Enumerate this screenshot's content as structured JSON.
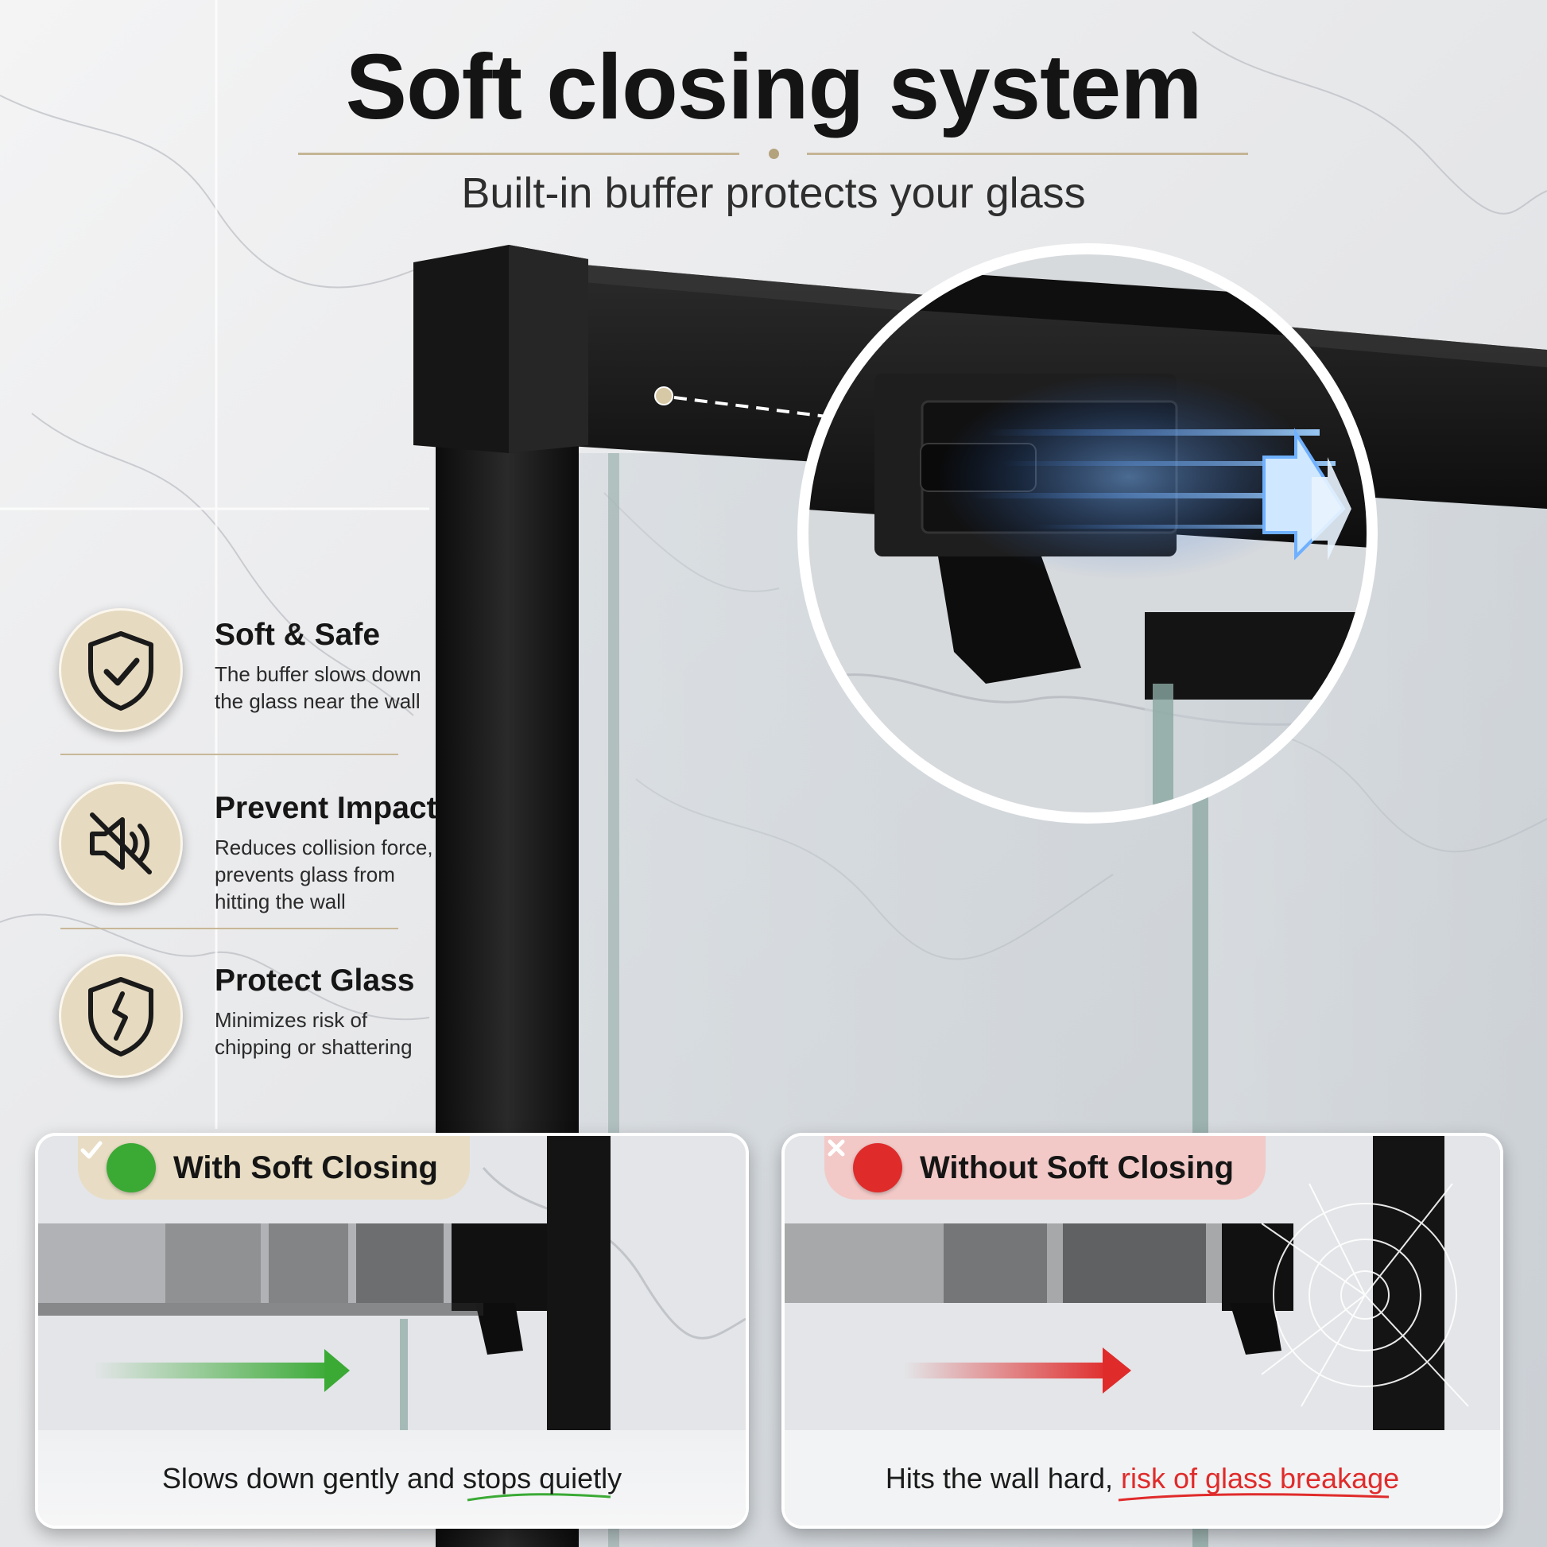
{
  "header": {
    "title": "Soft closing system",
    "subtitle": "Built-in buffer protects your glass"
  },
  "features": [
    {
      "icon": "shield-check-icon",
      "title": "Soft & Safe",
      "desc_lines": [
        "The buffer slows down",
        "the glass near the wall"
      ]
    },
    {
      "icon": "muted-speaker-icon",
      "title": "Prevent Impact",
      "desc_lines": [
        "Reduces collision force,",
        "prevents glass from",
        "hitting the wall"
      ]
    },
    {
      "icon": "shield-crack-icon",
      "title": "Protect Glass",
      "desc_lines": [
        "Minimizes risk of",
        "chipping or shattering"
      ]
    }
  ],
  "comparison": {
    "with": {
      "label": "With Soft Closing",
      "status_icon": "check-circle-icon",
      "caption": "Slows down gently and stops quietly",
      "accent": "#3aaa35"
    },
    "without": {
      "label": "Without Soft Closing",
      "status_icon": "x-circle-icon",
      "caption_lead": "Hits the wall hard, ",
      "caption_risk": "risk of glass breakage",
      "accent": "#e02b2b"
    }
  },
  "colors": {
    "badge": "#e6dac0",
    "gold_rule": "#c5b595",
    "frame": "#141414",
    "arrow_glow": "#5aa3ff"
  }
}
